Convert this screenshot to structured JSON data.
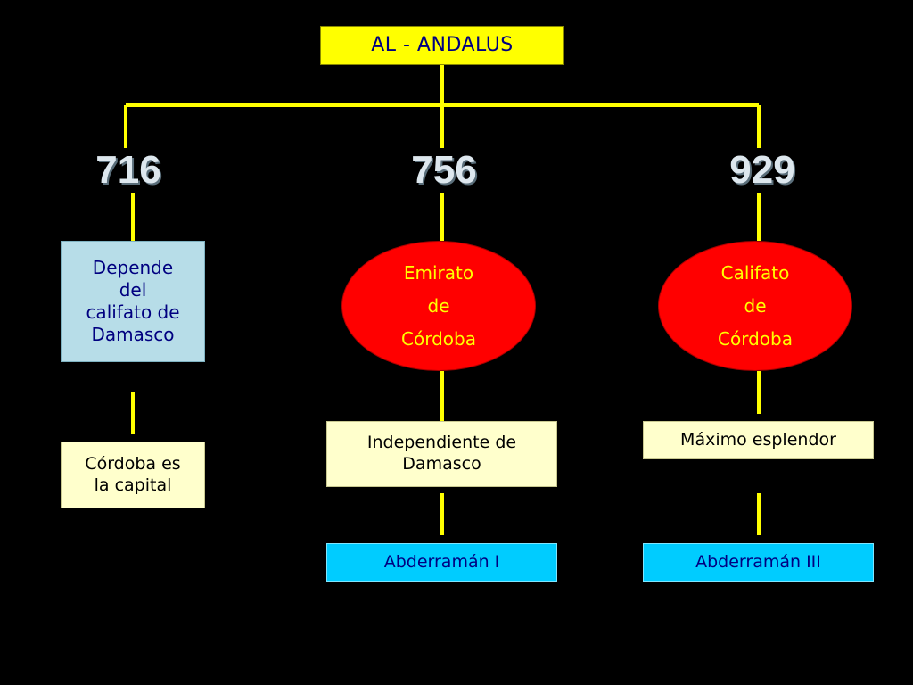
{
  "title": "AL - ANDALUS",
  "colors": {
    "connector": "#ffff00",
    "title_bg": "#ffff00",
    "light_blue": "#b7dde8",
    "emirate_red": "#ff0000",
    "cream": "#ffffcc",
    "cyan": "#00ccff",
    "navy_text": "#000080"
  },
  "branches": [
    {
      "year": "716",
      "status": [
        "Depende",
        "del",
        "califato de",
        "Damasco"
      ],
      "detail": [
        "Córdoba es",
        "la capital"
      ]
    },
    {
      "year": "756",
      "entity": [
        "Emirato",
        "de",
        "Córdoba"
      ],
      "detail": [
        "Independiente de",
        "Damasco"
      ],
      "ruler": "Abderramán I"
    },
    {
      "year": "929",
      "entity": [
        "Califato",
        "de",
        "Córdoba"
      ],
      "detail": [
        "Máximo esplendor"
      ],
      "ruler": "Abderramán III"
    }
  ]
}
